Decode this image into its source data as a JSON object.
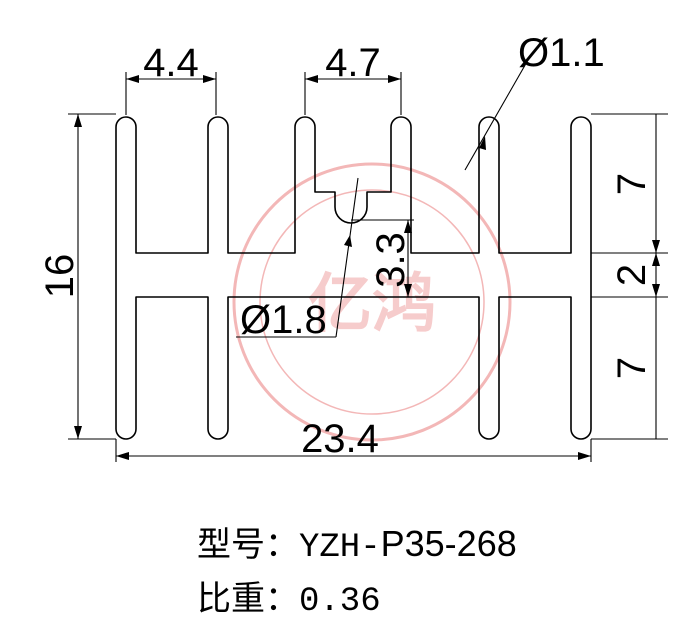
{
  "watermark": {
    "text": "亿鸿",
    "color": "#f3b7b7"
  },
  "dimensions": {
    "top_fin_gap_left": "4.4",
    "top_slot_width": "4.7",
    "fin_tip_diameter": "Ø1.1",
    "groove_diameter": "Ø1.8",
    "groove_depth": "3.3",
    "total_height": "16",
    "upper_fin_height": "7",
    "base_thickness": "2",
    "lower_fin_height": "7",
    "total_width": "23.4"
  },
  "info": {
    "model_label": "型号：",
    "model_prefix": "YZH-",
    "model_code": "P35-268",
    "weight_label": "比重：",
    "weight_value": "0.36"
  },
  "colors": {
    "line": "#000000",
    "background": "#ffffff"
  }
}
